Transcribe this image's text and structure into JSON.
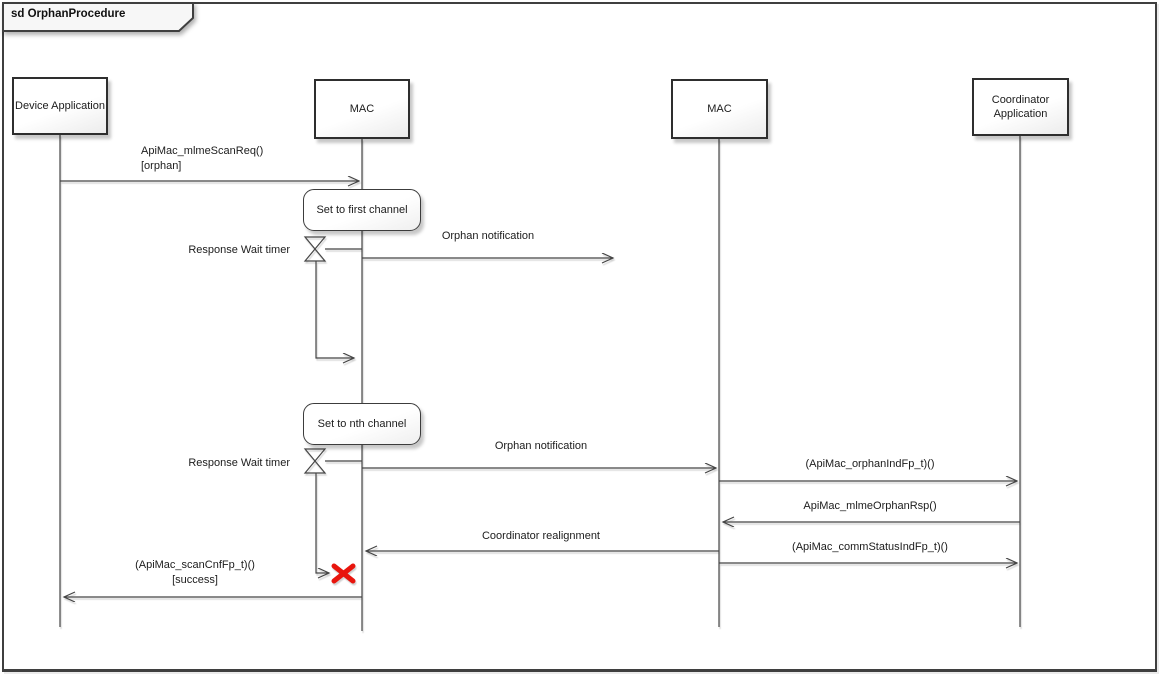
{
  "title": "sd OrphanProcedure",
  "actors": [
    {
      "id": "device-application",
      "label": "Device Application"
    },
    {
      "id": "mac-1",
      "label": "MAC"
    },
    {
      "id": "mac-2",
      "label": "MAC"
    },
    {
      "id": "coordinator-application",
      "label": "Coordinator Application"
    }
  ],
  "notes": [
    {
      "label": "Set to first channel"
    },
    {
      "label": "Set to nth channel"
    }
  ],
  "timers": [
    {
      "label": "Response Wait timer"
    },
    {
      "label": "Response Wait timer"
    }
  ],
  "messages": [
    {
      "label": "ApiMac_mlmeScanReq()",
      "guard": "[orphan]",
      "from": "Device Application",
      "to": "MAC (device)",
      "direction": "right"
    },
    {
      "label": "Orphan notification",
      "from": "MAC (device)",
      "to": "(broadcast, unterminated)",
      "direction": "right"
    },
    {
      "label": "Orphan notification",
      "from": "MAC (device)",
      "to": "MAC (coordinator)",
      "direction": "right"
    },
    {
      "label": "(ApiMac_orphanIndFp_t)()",
      "from": "MAC (coordinator)",
      "to": "Coordinator Application",
      "direction": "right"
    },
    {
      "label": "ApiMac_mlmeOrphanRsp()",
      "from": "Coordinator Application",
      "to": "MAC (coordinator)",
      "direction": "left"
    },
    {
      "label": "Coordinator realignment",
      "from": "MAC (coordinator)",
      "to": "MAC (device)",
      "direction": "left"
    },
    {
      "label": "(ApiMac_commStatusIndFp_t)()",
      "from": "MAC (coordinator)",
      "to": "Coordinator Application",
      "direction": "right"
    },
    {
      "label": "(ApiMac_scanCnfFp_t)()",
      "guard": "[success]",
      "from": "MAC (device)",
      "to": "Device Application",
      "direction": "left"
    }
  ],
  "colors": {
    "line": "#454545",
    "cancel_x": "#e8150d",
    "box_border": "#2e2e2e",
    "box_fill": "#f2f2f2"
  }
}
